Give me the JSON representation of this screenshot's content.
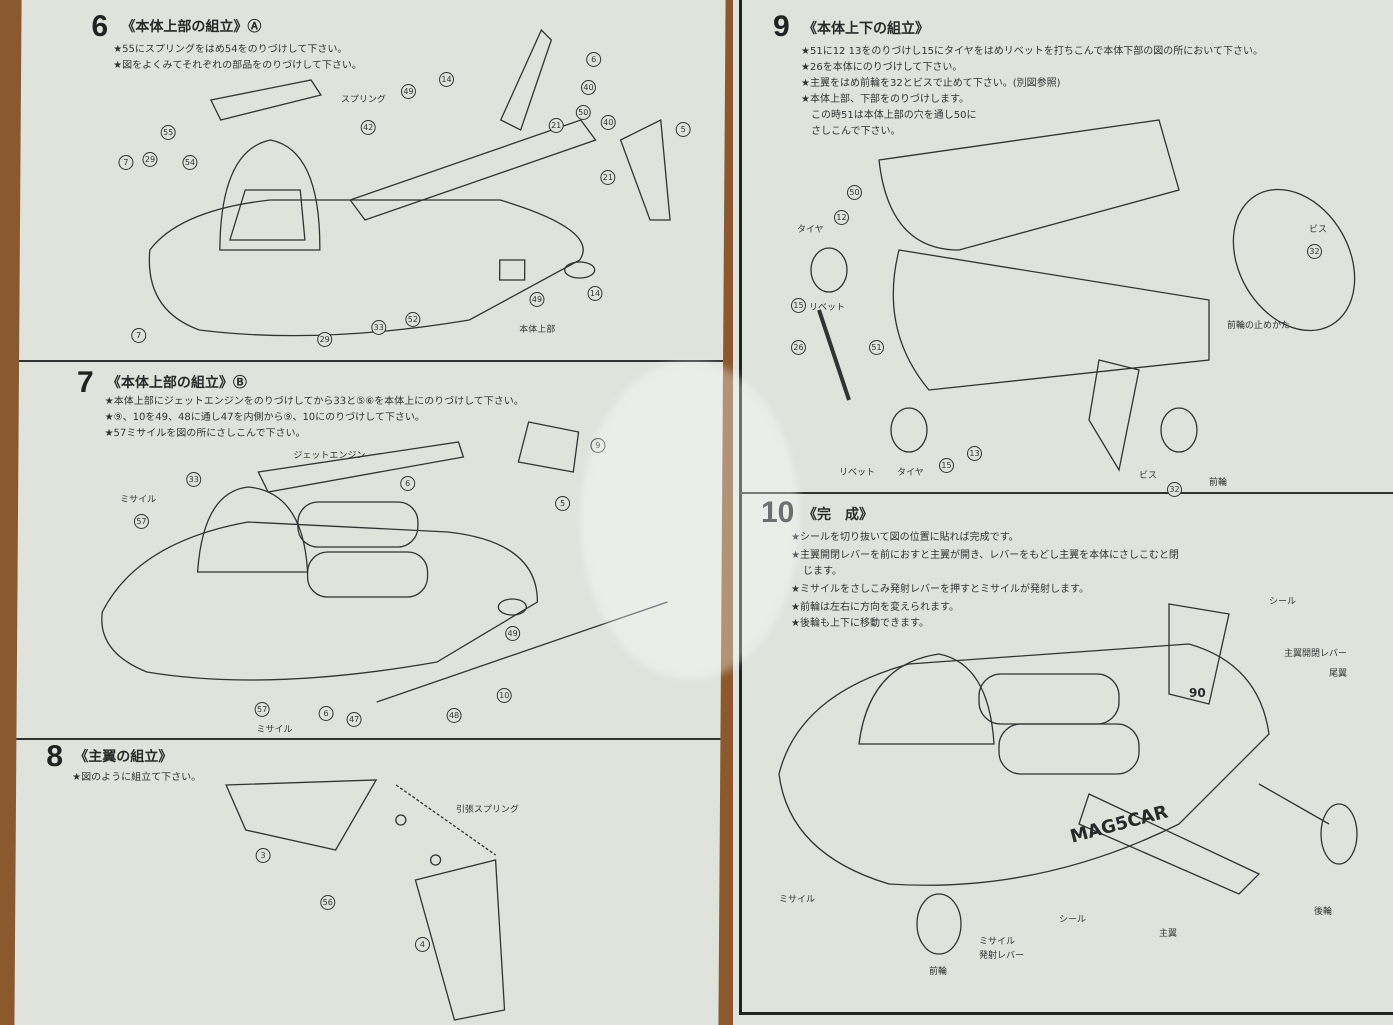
{
  "left_page": {
    "step6": {
      "number": "6",
      "title": "《本体上部の組立》Ⓐ",
      "lines": [
        "★55にスプリングをはめ54をのりづけして下さい。",
        "★図をよくみてそれぞれの部品をのりづけして下さい。"
      ],
      "labels": [
        "55",
        "スプリング",
        "49",
        "14",
        "6",
        "40",
        "50",
        "21",
        "40",
        "5",
        "42",
        "7",
        "29",
        "54",
        "21",
        "14",
        "49",
        "52",
        "33",
        "29",
        "7",
        "本体上部"
      ]
    },
    "step7": {
      "number": "7",
      "title": "《本体上部の組立》Ⓑ",
      "lines": [
        "★本体上部にジェットエンジンをのりづけしてから33と⑤⑥を本体上にのりづけして下さい。",
        "★⑨、10を49、48に通し47を内側から⑨、10にのりづけして下さい。",
        "★57ミサイルを図の所にさしこんで下さい。"
      ],
      "labels": [
        "ジェットエンジン",
        "9",
        "33",
        "6",
        "5",
        "ミサイル",
        "57",
        "49",
        "10",
        "57",
        "ミサイル",
        "47",
        "48",
        "6"
      ]
    },
    "step8": {
      "number": "8",
      "title": "《主翼の組立》",
      "lines": [
        "★図のように組立て下さい。"
      ],
      "labels": [
        "引張スプリング",
        "3",
        "56",
        "4"
      ]
    }
  },
  "right_page": {
    "step9": {
      "number": "9",
      "title": "《本体上下の組立》",
      "lines": [
        "★51に12 13をのりづけし15にタイヤをはめリベットを打ちこんで本体下部の図の所において下さい。",
        "★26を本体にのりづけして下さい。",
        "★主翼をはめ前輪を32とビスで止めて下さい。(別図参照)",
        "★本体上部、下部をのりづけします。",
        "この時51は本体上部の穴を通し50に",
        "さしこんで下さい。"
      ],
      "labels": [
        "50",
        "12",
        "タイヤ",
        "15",
        "リベット",
        "26",
        "51",
        "13",
        "リベット",
        "タイヤ",
        "15",
        "ビス",
        "32",
        "前輪",
        "ビス",
        "32",
        "前輪の止めかた"
      ]
    },
    "step10": {
      "number": "10",
      "title": "《完　成》",
      "lines": [
        "★シールを切り抜いて図の位置に貼れば完成です。",
        "★主翼開閉レバーを前におすと主翼が開き、レバーをもどし主翼を本体にさしこむと閉",
        "じます。",
        "★ミサイルをさしこみ発射レバーを押すとミサイルが発射します。",
        "★前輪は左右に方向を変えられます。",
        "★後輪も上下に移動できます。"
      ],
      "labels": [
        "シール",
        "主翼開閉レバー",
        "尾翼",
        "ミサイル",
        "シール",
        "主翼",
        "後輪",
        "ミサイル",
        "発射レバー",
        "前輪"
      ],
      "decal": "MAG5CAR",
      "decal_number": "90"
    }
  },
  "colors": {
    "paper": "#dfe3dc",
    "ink": "#2a2a2a",
    "table": "#8a5a2e"
  }
}
